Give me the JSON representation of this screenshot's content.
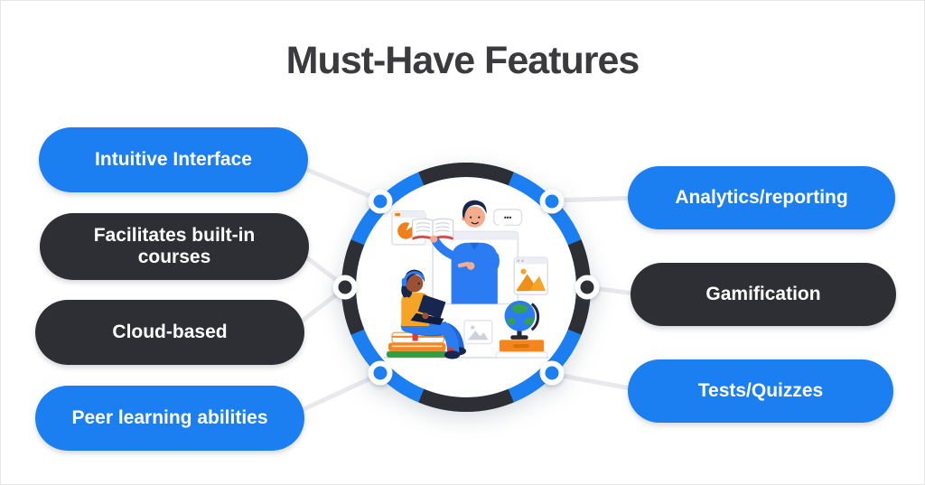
{
  "title": "Must-Have Features",
  "palette": {
    "blue": "#1b7ff2",
    "dark": "#2e2f34",
    "title_text": "#3b3b3f",
    "pill_text": "#ffffff",
    "connector_line": "#e9e9ed",
    "background": "#ffffff",
    "frame_border": "#e7e7e7"
  },
  "left_features": [
    {
      "label": "Intuitive Interface",
      "color": "blue"
    },
    {
      "label": "Facilitates built-in courses",
      "color": "dark"
    },
    {
      "label": "Cloud-based",
      "color": "dark"
    },
    {
      "label": "Peer learning abilities",
      "color": "blue"
    }
  ],
  "right_features": [
    {
      "label": "Analytics/reporting",
      "color": "blue"
    },
    {
      "label": "Gamification",
      "color": "dark"
    },
    {
      "label": "Tests/Quizzes",
      "color": "blue"
    }
  ],
  "center_illustration": {
    "name": "online-learning-scene",
    "description": "Man holding an open book beside a browser window with a speech bubble, woman with headphones on a stack of books using a laptop, pie-chart card, image cards, globe on orange books",
    "speech_bubble_text": "•••"
  }
}
